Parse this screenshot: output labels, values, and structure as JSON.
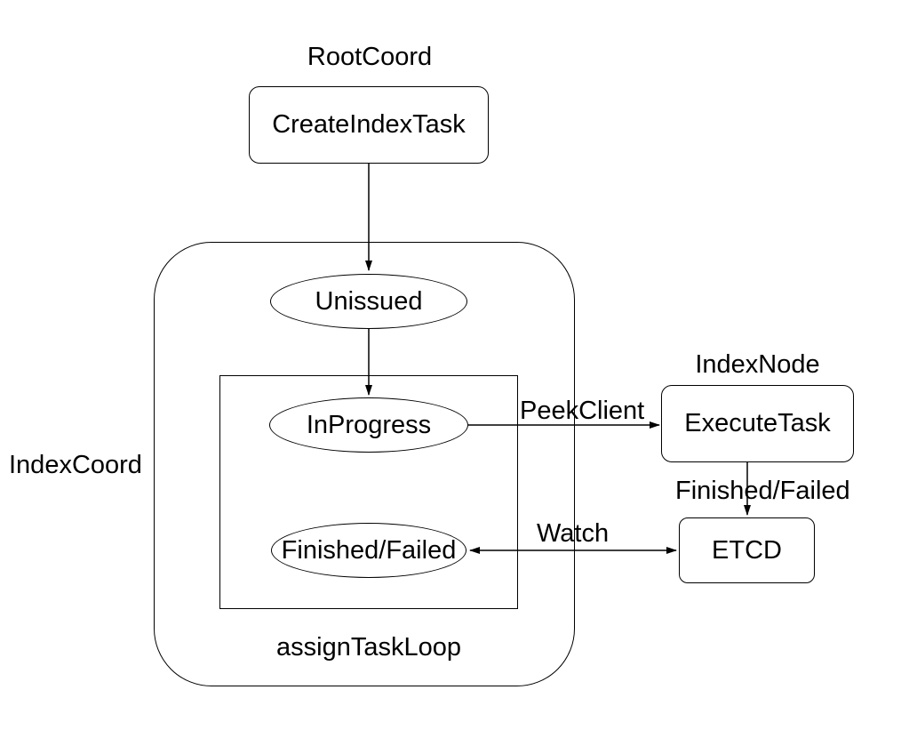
{
  "colors": {
    "background": "#ffffff",
    "stroke": "#000000",
    "text": "#000000"
  },
  "group_labels": {
    "root_coord": "RootCoord",
    "index_coord": "IndexCoord",
    "index_node": "IndexNode",
    "assign_task_loop": "assignTaskLoop"
  },
  "nodes": {
    "create_index_task": "CreateIndexTask",
    "unissued": "Unissued",
    "in_progress": "InProgress",
    "finished_failed": "Finished/Failed",
    "execute_task": "ExecuteTask",
    "etcd": "ETCD"
  },
  "edge_labels": {
    "peek_client": "PeekClient",
    "finished_failed": "Finished/Failed",
    "watch": "Watch"
  }
}
